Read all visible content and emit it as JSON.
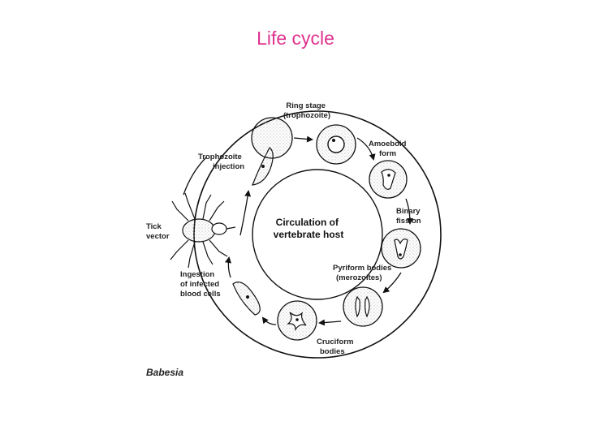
{
  "slide": {
    "title": "Life cycle"
  },
  "diagram": {
    "caption": "Babesia",
    "center_label": [
      "Circulation of",
      "vertebrate host"
    ],
    "stages": {
      "ring_stage": [
        "Ring stage",
        "(trophozoite)"
      ],
      "amoeboid_form": [
        "Amoeboid",
        "form"
      ],
      "binary_fission": [
        "Binary",
        "fission"
      ],
      "pyriform_bodies": [
        "Pyriform bodies",
        "(merozoites)"
      ],
      "cruciform_bodies": [
        "Cruciform",
        "bodies"
      ],
      "trophozoite_injection": [
        "Trophozoite",
        "injection"
      ],
      "tick_vector": [
        "Tick",
        "vector"
      ],
      "ingestion": [
        "Ingestion",
        "of infected",
        "blood cells"
      ]
    }
  }
}
